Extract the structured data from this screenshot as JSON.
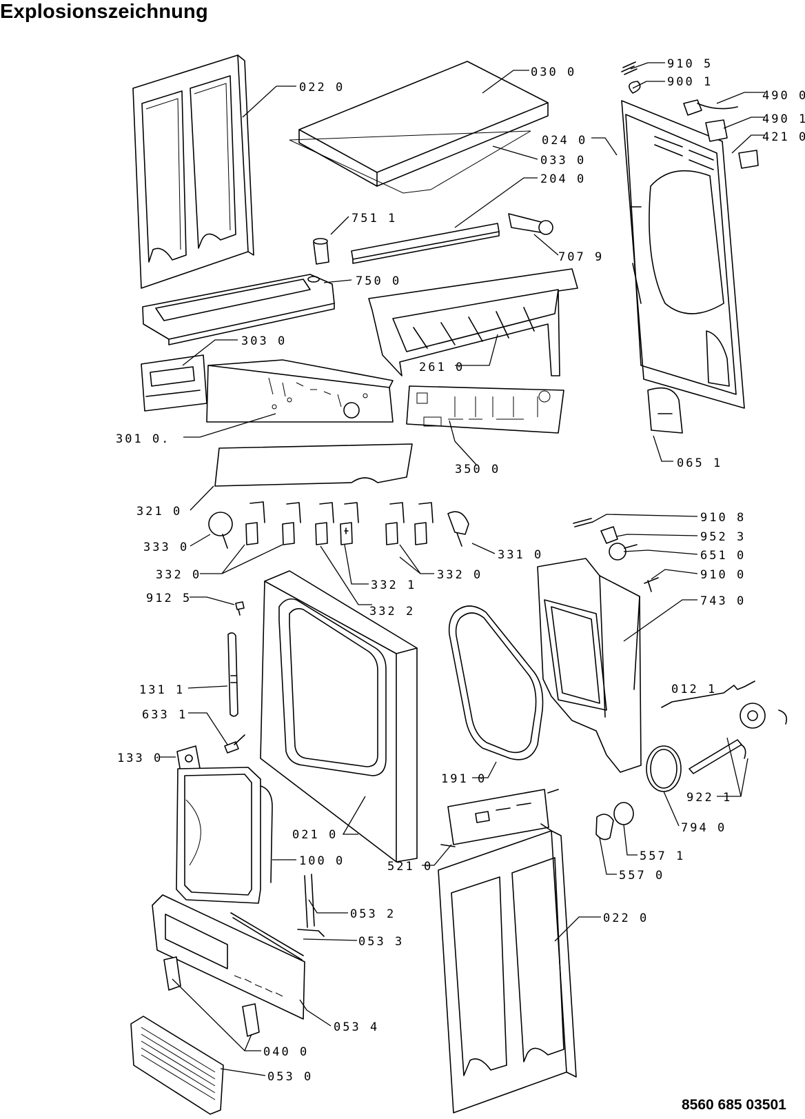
{
  "title": "Explosionszeichnung",
  "document_number": "8560 685 03501",
  "parts": [
    {
      "code": "022 0"
    },
    {
      "code": "030 0"
    },
    {
      "code": "910 5"
    },
    {
      "code": "900 1"
    },
    {
      "code": "490 0"
    },
    {
      "code": "490 1"
    },
    {
      "code": "421 0"
    },
    {
      "code": "024 0"
    },
    {
      "code": "033 0"
    },
    {
      "code": "204 0"
    },
    {
      "code": "751 1"
    },
    {
      "code": "707 9"
    },
    {
      "code": "750 0"
    },
    {
      "code": "303 0"
    },
    {
      "code": "261 0"
    },
    {
      "code": "301 0."
    },
    {
      "code": "350 0"
    },
    {
      "code": "065 1"
    },
    {
      "code": "321 0"
    },
    {
      "code": "910 8"
    },
    {
      "code": "333 0"
    },
    {
      "code": "952 3"
    },
    {
      "code": "331 0"
    },
    {
      "code": "651 0"
    },
    {
      "code": "332 0"
    },
    {
      "code": "332 0"
    },
    {
      "code": "910 0"
    },
    {
      "code": "332 1"
    },
    {
      "code": "912 5"
    },
    {
      "code": "743 0"
    },
    {
      "code": "332 2"
    },
    {
      "code": "012 1"
    },
    {
      "code": "131 1"
    },
    {
      "code": "633 1"
    },
    {
      "code": "133 0"
    },
    {
      "code": "191 0"
    },
    {
      "code": "922 1"
    },
    {
      "code": "794 0"
    },
    {
      "code": "021 0"
    },
    {
      "code": "557 1"
    },
    {
      "code": "100 0"
    },
    {
      "code": "521 0"
    },
    {
      "code": "557 0"
    },
    {
      "code": "053 2"
    },
    {
      "code": "022 0"
    },
    {
      "code": "053 3"
    },
    {
      "code": "053 4"
    },
    {
      "code": "040 0"
    },
    {
      "code": "053 0"
    }
  ]
}
